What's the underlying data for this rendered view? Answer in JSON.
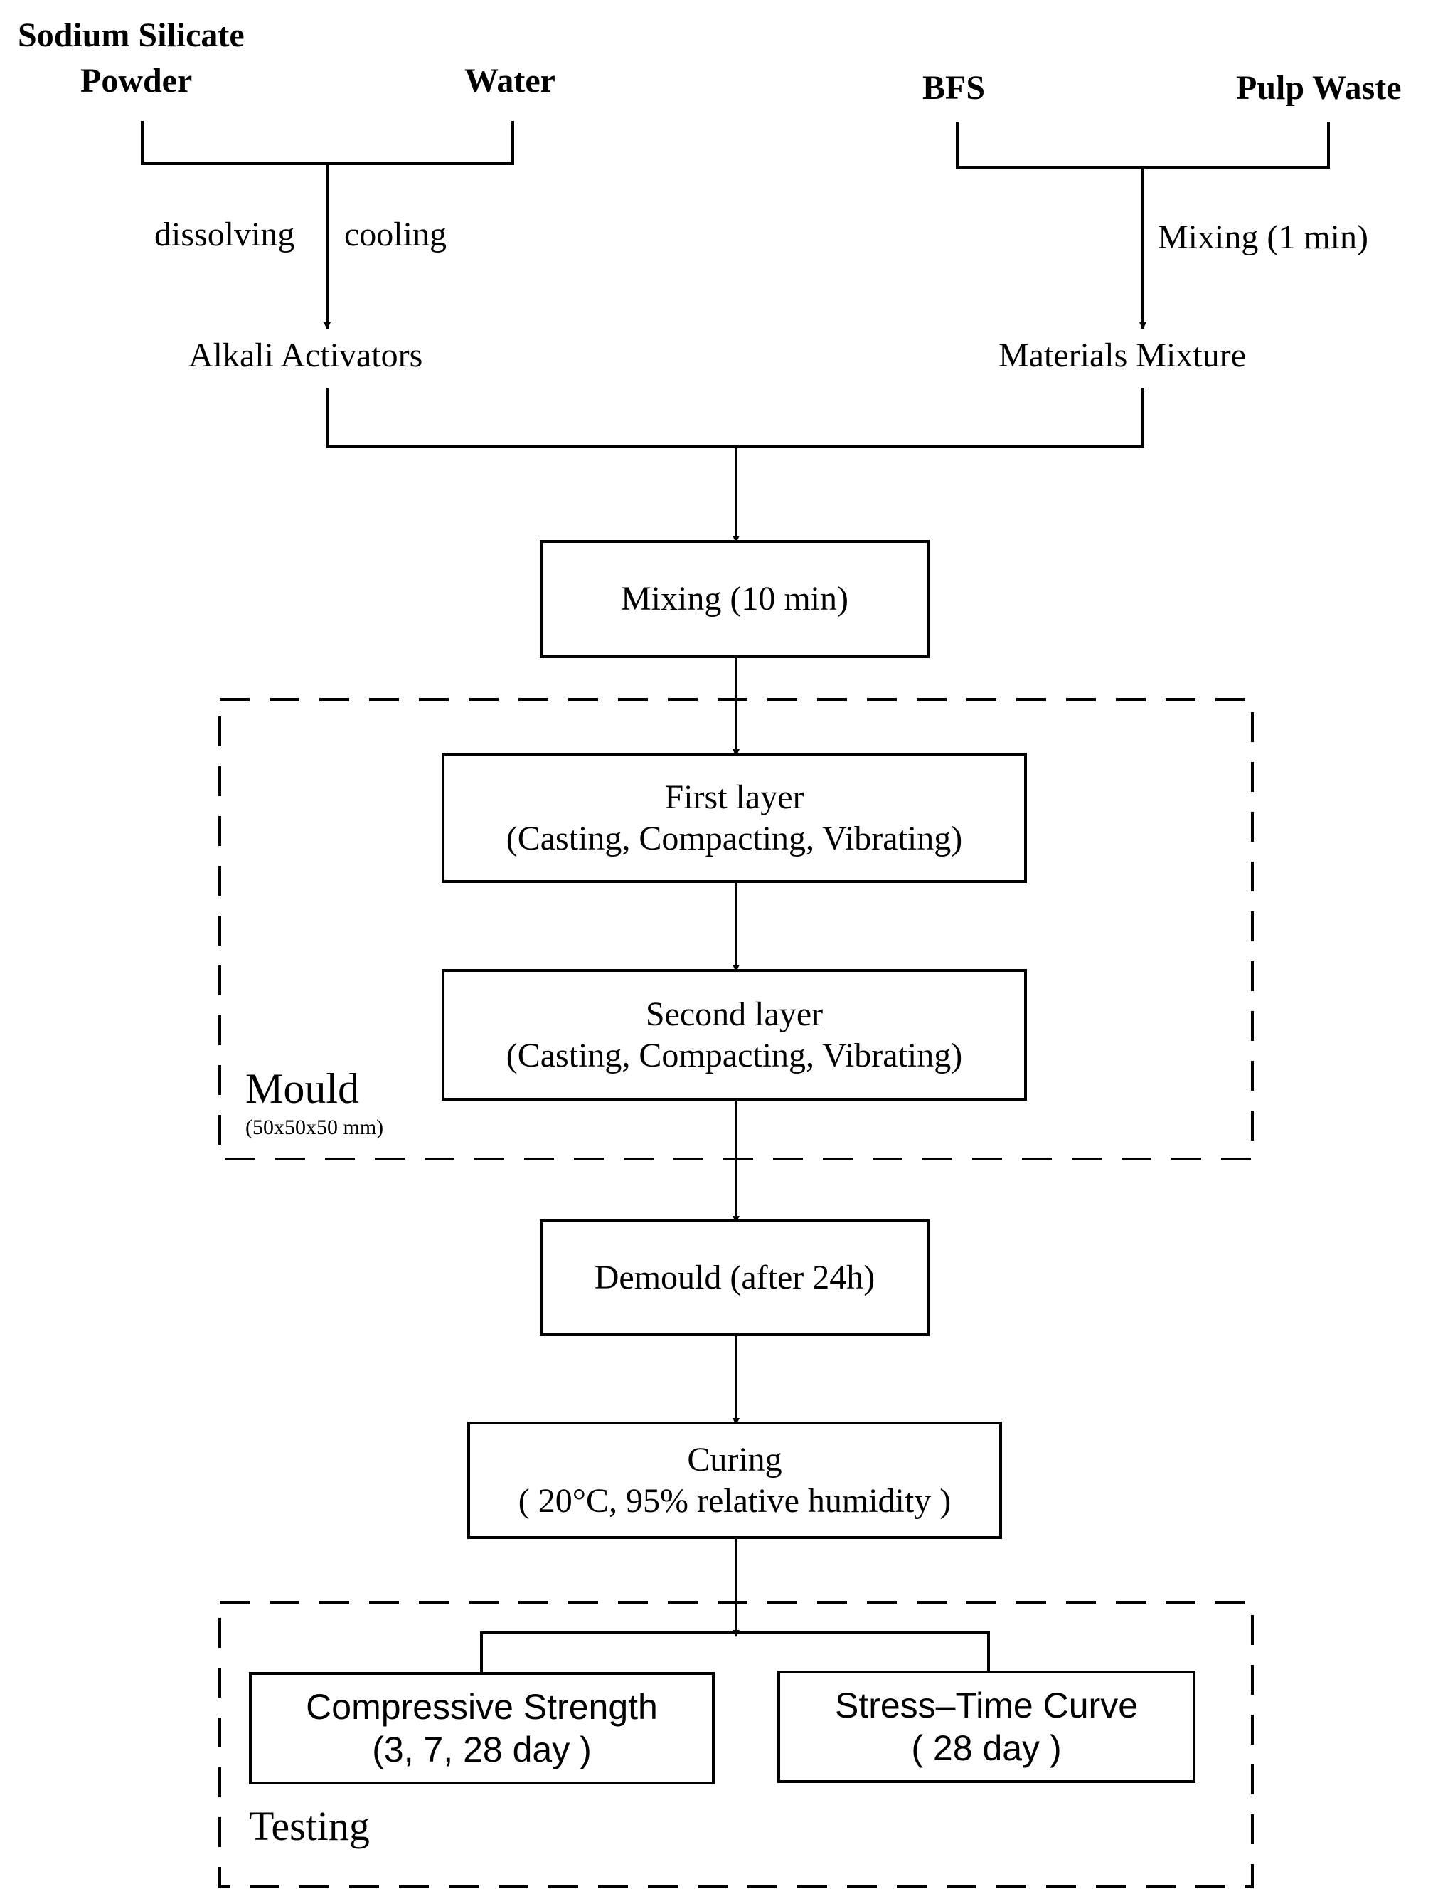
{
  "inputs": {
    "sodium_silicate_line1": "Sodium Silicate",
    "sodium_silicate_line2": "Powder",
    "water": "Water",
    "bfs": "BFS",
    "pulp_waste": "Pulp Waste"
  },
  "edge_labels": {
    "dissolving": "dissolving",
    "cooling": "cooling",
    "mixing_1min": "Mixing (1 min)"
  },
  "intermediates": {
    "alkali_activators": "Alkali Activators",
    "materials_mixture": "Materials Mixture"
  },
  "steps": {
    "mixing_10min": "Mixing (10 min)",
    "first_layer_title": "First layer",
    "first_layer_detail": "(Casting, Compacting, Vibrating)",
    "second_layer_title": "Second layer",
    "second_layer_detail": "(Casting, Compacting, Vibrating)",
    "demould": "Demould (after 24h)",
    "curing_title": "Curing",
    "curing_detail": "( 20°C, 95% relative humidity )"
  },
  "groups": {
    "mould_label": "Mould",
    "mould_size": "(50x50x50 mm)",
    "testing_label": "Testing"
  },
  "tests": {
    "compressive_title": "Compressive Strength",
    "compressive_detail": "(3, 7, 28 day )",
    "stress_title": "Stress–Time Curve",
    "stress_detail": "( 28 day )"
  }
}
